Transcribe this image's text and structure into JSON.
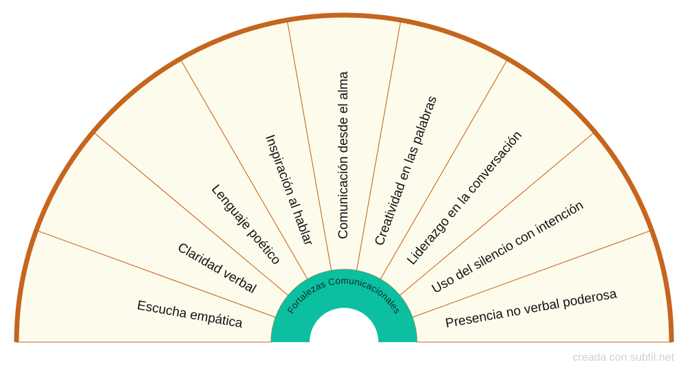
{
  "hub_title": "Fortalezas Comunicacionales",
  "segments": [
    "Escucha empática",
    "Claridad verbal",
    "Lenguaje poético",
    "Inspiración al hablar",
    "Comunicación desde el alma",
    "Creatividad en las palabras",
    "Liderazgo en la conversación",
    "Uso del silencio con intención",
    "Presencia no verbal poderosa"
  ],
  "watermark": "creada con subtil.net",
  "colors": {
    "segment_fill": "#fdfbec",
    "segment_line": "#c5651e",
    "outer_border": "#c5651e",
    "hub_fill": "#0bbfa0"
  }
}
